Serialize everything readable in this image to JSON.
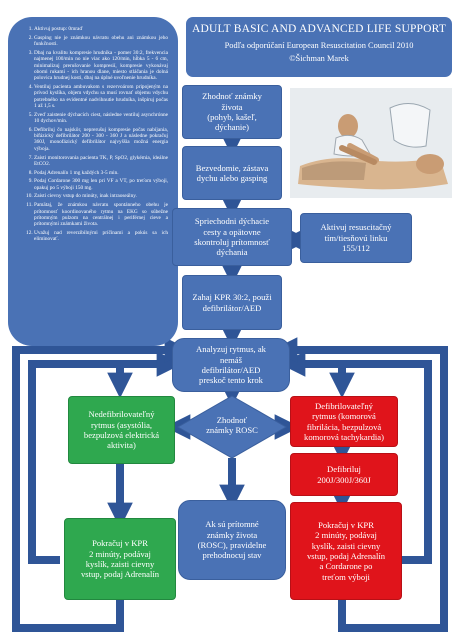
{
  "header": {
    "title": "ADULT BASIC AND ADVANCED LIFE SUPPORT",
    "subtitle": "Podľa odporúčaní European Resuscitation Council 2010",
    "author": "©Šichman Marek"
  },
  "steps": [
    "Aktivuj postup: 0mraď",
    "Gasping nie je známkou návratu obehu ani známkou jeho funkčnosti.",
    "Dbaj na kvalitu kompresie hrudníka - pomer 30:2, frekvencia najmenej 100/min no nie viac ako 120/min, hĺbka 5 - 6 cm, minimalizuj prerušovanie kompresií, kompresie vykonávaj obomi rukami - ich hranou dlane, miesto stláčania je dolná polovica hrudnej kosti, dbaj na úplné uvoľnenie hrudníka.",
    "Ventiluj pacienta ambuvakom s rezervoárom pripojeným na prívod kyslíka, objem vdychu sa musí rovnať objemu vdychu potrebného na evidentné nadvihnutie hrudníka, inšpiruj počas 1 až 1,5 s.",
    "Zveď zaistenie dýchacích ciest, následne ventiluj asynchrónne 10 dychov/min.",
    "Defibriluj čo najskôr, neprerušuj kompresie počas nabíjania, bifázický defibrilátor 200 - 300 - 360 J a následne pokračuj 360J, monofázický defibrilátor najvyššia možná energia výboja.",
    "Zaisti monitorovania pacienta TK, P, SpO2, glykémia, ideálne EtCO2.",
    "Podaj Adrenalín 1 mg každých 3-5 min.",
    "Podaj Cordarone 300 mg len pri VF a VT, po treťom výboji, opakuj po 5 výboji 150 mg.",
    "Zaisti cievny vstup do minúty, inak intraoseálny.",
    "Pamätaj, že známkou návratu spontánneho obehu je prítomnosť koordinovaného rytmu na EKG so súbežne prítomným pulzom na centrálnej i periférnej cieve a prítomnými známkami života.",
    "Uvažuj nad reverzibilnými príčinami a pokús sa ich eliminovať."
  ],
  "boxes": {
    "signs_check": "Zhodnoť známky\nživota\n(pohyb, kašeľ,\ndýchanie)",
    "unconscious": "Bezvedomie, zástava\ndychu alebo gasping",
    "airway": "Spriechodni dýchacie\ncesty a opätovne\nskontroluj prítomnosť\ndýchania",
    "call_team": "Aktivuj resuscitačný\ntím/tiesňovú linku\n155/112",
    "start_cpr": "Zahaj KPR 30:2, použi\ndefibrilátor/AED",
    "analyze": "Analyzuj rytmus, ak\nnemáš\ndefibrilátor/AED\npreskoč tento krok",
    "non_shockable": "Nedefibrilovateľný\nrytmus (asystólia,\nbezpulzová elektrická\naktivita)",
    "rosc_check": "Zhodnoť\nznámky ROSC",
    "shockable": "Defibrilovateľný\nrytmus (komorová\nfibrilácia, bezpulzová\nkomorová tachykardia)",
    "defibrillate": "Defibriluj\n200J/300J/360J",
    "rosc_present": "Ak sú prítomné\nznámky života\n(ROSC), pravidelne\nprehodnocuj stav",
    "continue_left": "Pokračuj v KPR\n2 minúty, podávaj\nkyslík, zaisti cievny\nvstup, podaj Adrenalín",
    "continue_right": "Pokračuj v KPR\n2 minúty, podávaj\nkyslík, zaisti cievny\nvstup, podaj Adrenalín\na Cordarone po\ntreťom výboji"
  },
  "colors": {
    "blue": "#4a72b5",
    "arrow_blue": "#2f5597",
    "green": "#2fa84f",
    "red": "#e0141b"
  }
}
